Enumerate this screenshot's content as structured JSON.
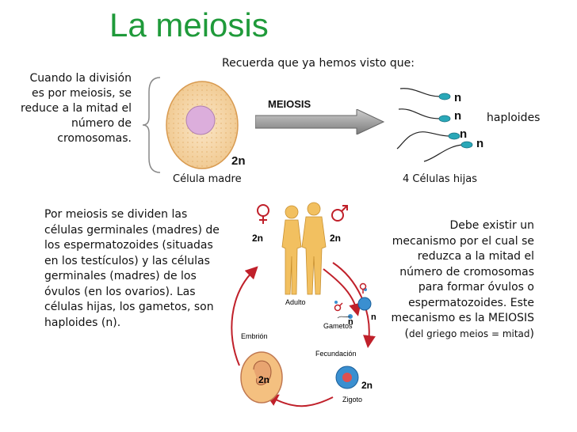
{
  "title": "La meiosis",
  "recuerda": "Recuerda que ya hemos visto que:",
  "left_note": "Cuando la división es por meiosis, se reduce a la mitad el número de cromosomas.",
  "cell": {
    "ploidy": "2n",
    "label": "Célula madre"
  },
  "arrow_label": "MEIOSIS",
  "daughters": {
    "n_labels": [
      "n",
      "n",
      "n",
      "n"
    ],
    "haploid_label": "haploides",
    "label": "4 Células hijas"
  },
  "por_meiosis_text": "Por meiosis se dividen las células germinales (madres) de los espermatozoides (situadas en los testículos) y las células germinales (madres) de los óvulos (en los ovarios). Las células hijas, los gametos, son haploides (n).",
  "debe_existir": {
    "main": "Debe existir un mecanismo por el cual se reduzca a la mitad el número de cromosomas para formar óvulos o espermatozoides. Este mecanismo es la MEIOSIS (",
    "small": "del griego meios = mitad",
    "end": ")"
  },
  "cycle": {
    "adult_left_ploidy": "2n",
    "adult_right_ploidy": "2n",
    "adulto": "Adulto",
    "gametos": "Gametos",
    "gamete_n1": "n",
    "gamete_n2": "n",
    "fecundacion": "Fecundación",
    "embrion": "Embrión",
    "embryo_ploidy": "2n",
    "zigoto": "Zigoto",
    "zygote_ploidy": "2n"
  },
  "colors": {
    "title": "#1f9a3a",
    "arrow_red": "#c0202a",
    "cell_fill": "#f6d9b0",
    "nucleus": "#d9a9d9",
    "zygote": "#3a8fd0",
    "body": "#f2c060"
  }
}
